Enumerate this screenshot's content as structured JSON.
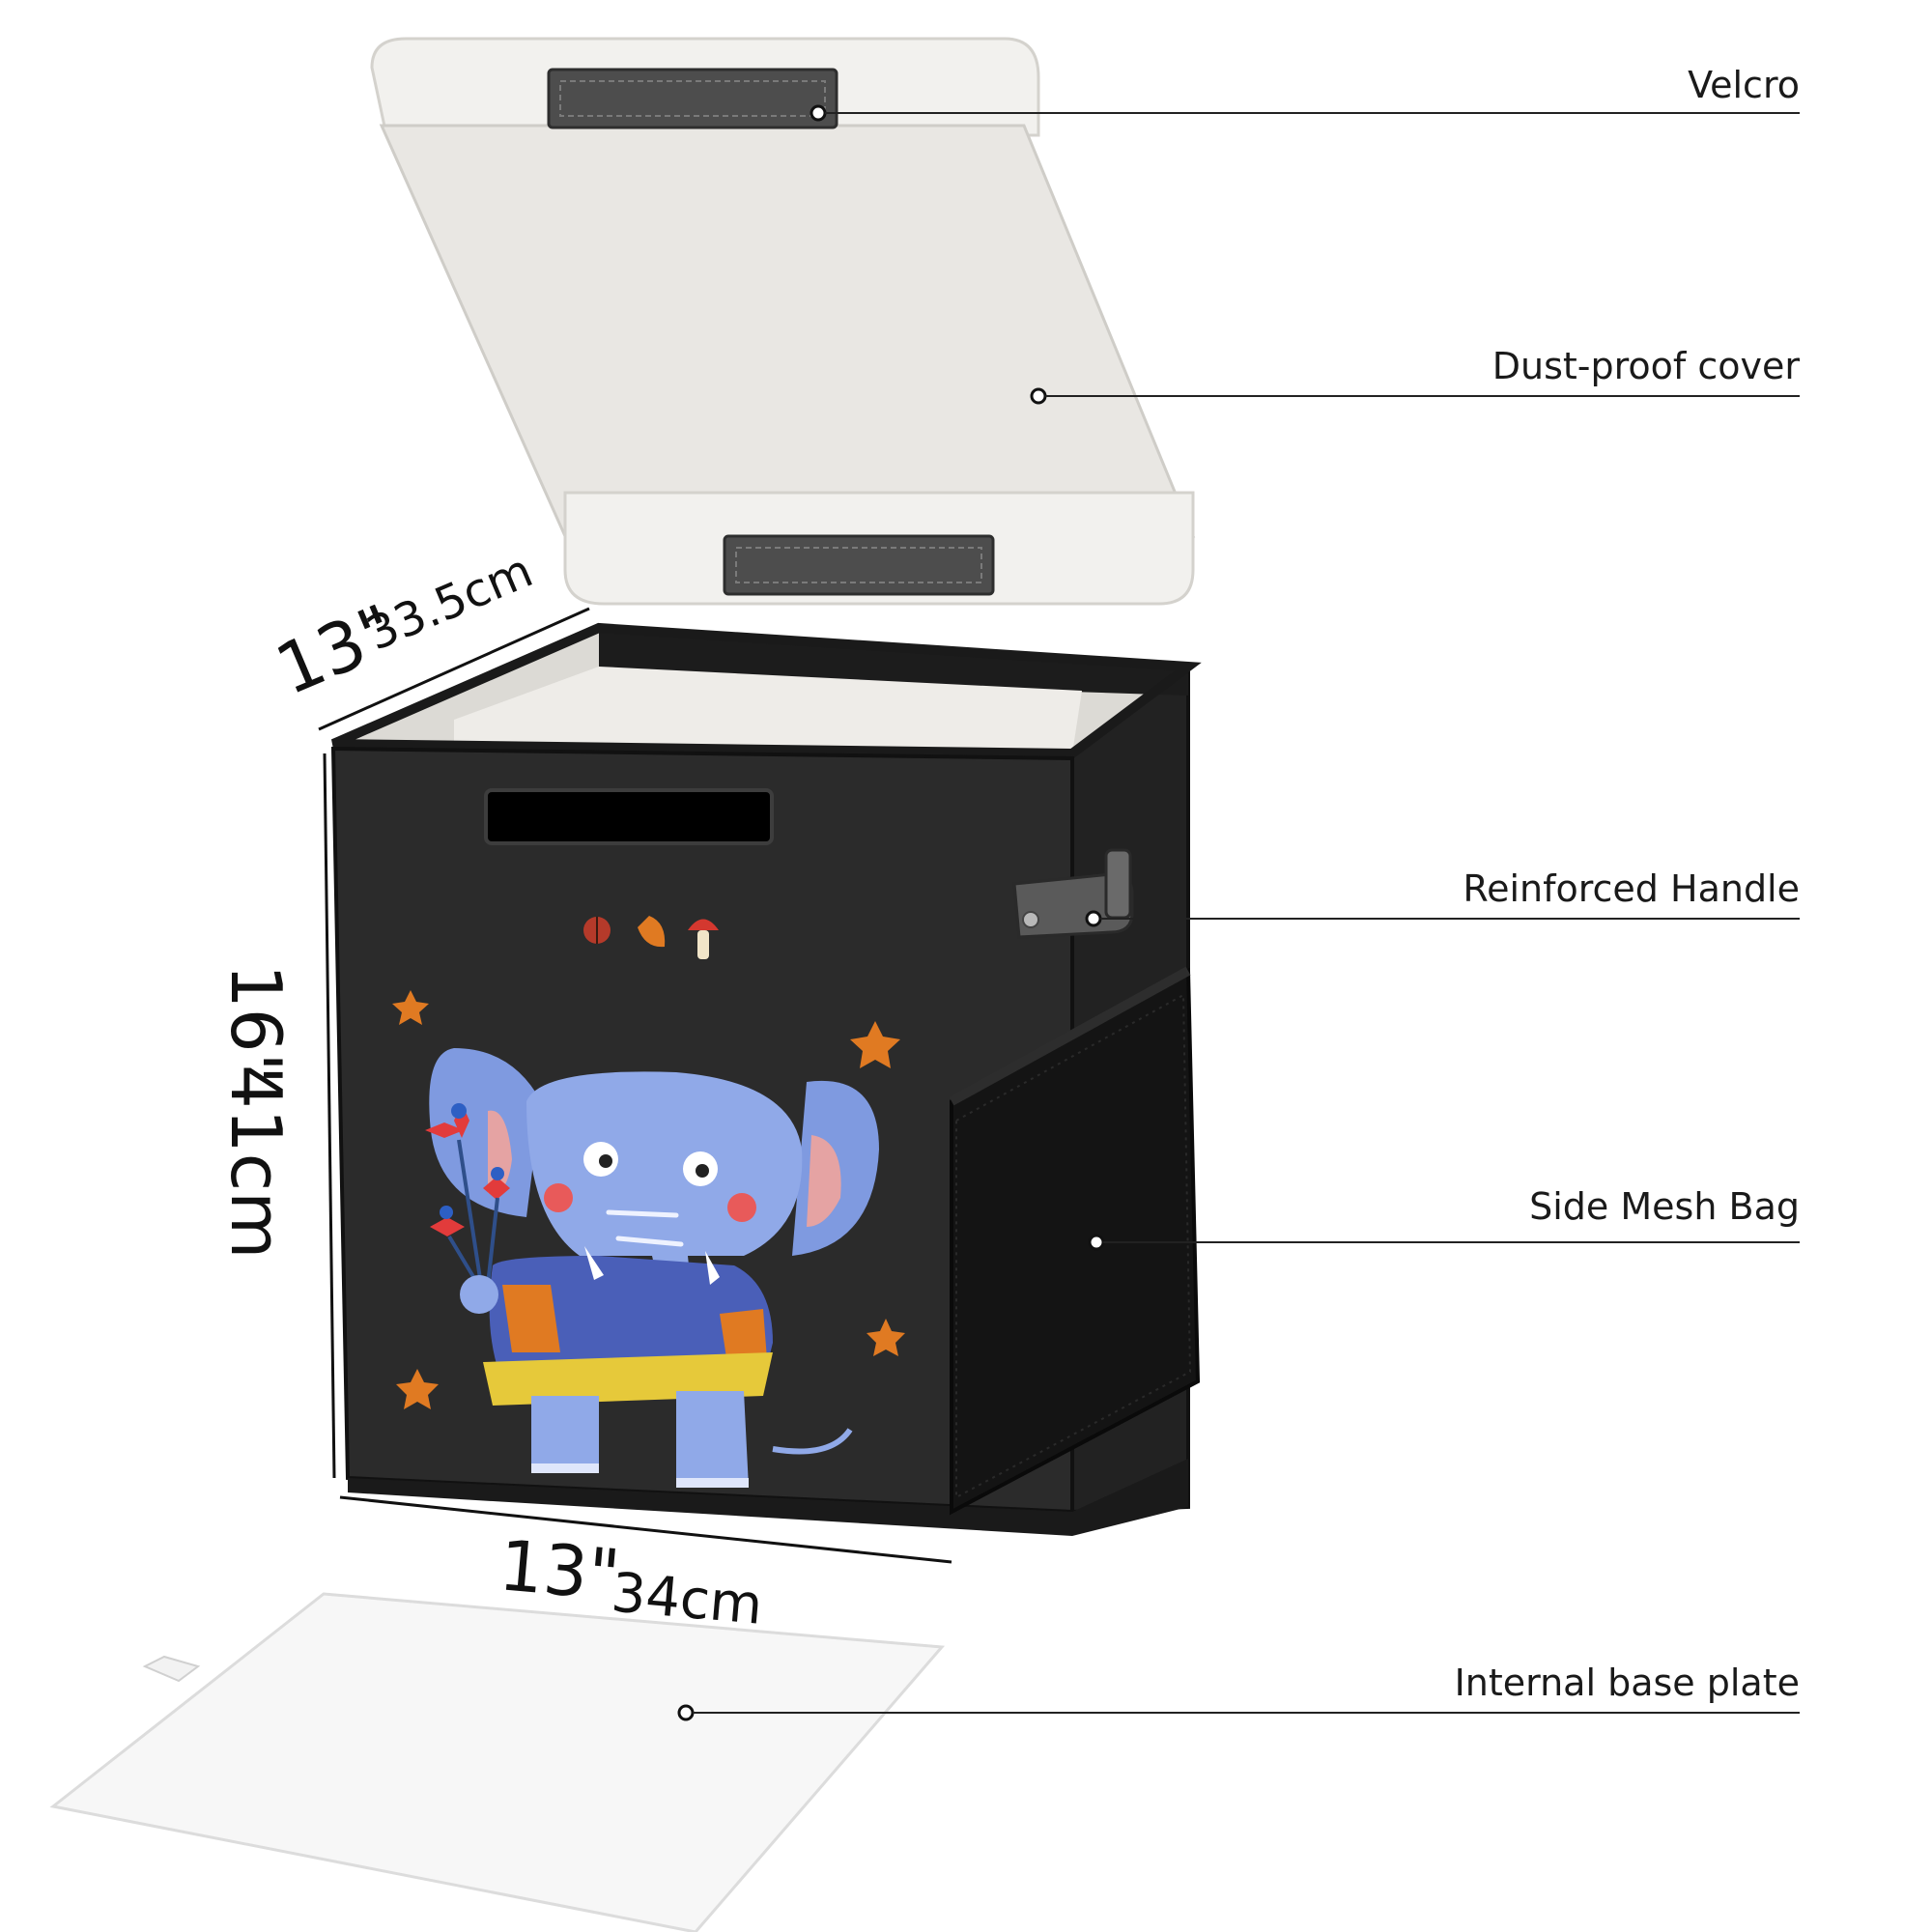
{
  "callouts": {
    "velcro": "Velcro",
    "dust_cover": "Dust-proof cover",
    "handle": "Reinforced  Handle",
    "mesh_bag": "Side Mesh Bag",
    "base_plate": "Internal base plate"
  },
  "dimensions": {
    "depth_in": "13\"",
    "depth_cm": "33.5cm",
    "height_in": "16\"",
    "height_cm": "41cm",
    "width_in": "13\"",
    "width_cm": "34cm"
  },
  "colors": {
    "box_body": "#2a2a2a",
    "box_inner": "#e9e7e2",
    "lid": "#eceae6",
    "velcro_strip": "#555555",
    "elephant": "#8fa8e6",
    "star": "#e07a22",
    "callout_line": "#222222"
  }
}
